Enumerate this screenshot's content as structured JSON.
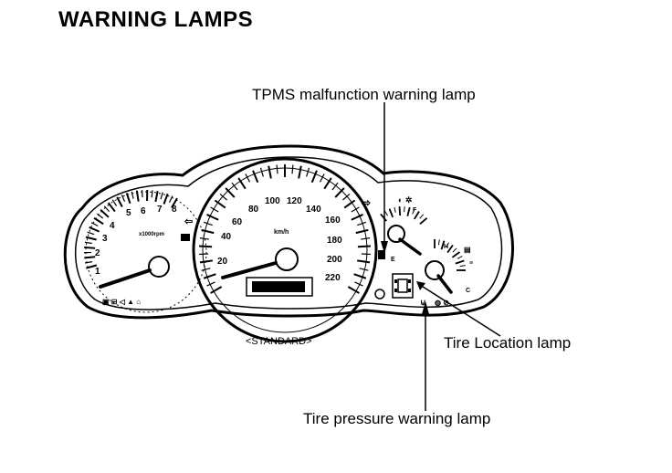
{
  "title": "WARNING LAMPS",
  "callouts": {
    "tpms_malfunction": "TPMS malfunction warning lamp",
    "tire_location": "Tire Location lamp",
    "tire_pressure": "Tire pressure warning lamp"
  },
  "variant_label": "<STANDARD>",
  "speedometer": {
    "unit": "km/h",
    "scale": [
      "20",
      "40",
      "60",
      "80",
      "100",
      "120",
      "140",
      "160",
      "180",
      "200",
      "220"
    ]
  },
  "tachometer": {
    "unit": "x1000rpm",
    "scale": [
      "1",
      "2",
      "3",
      "4",
      "5",
      "6",
      "7",
      "8"
    ]
  },
  "gauges": {
    "fuel_marks": [
      "F",
      "E"
    ],
    "temp_marks": [
      "H",
      "C"
    ]
  }
}
